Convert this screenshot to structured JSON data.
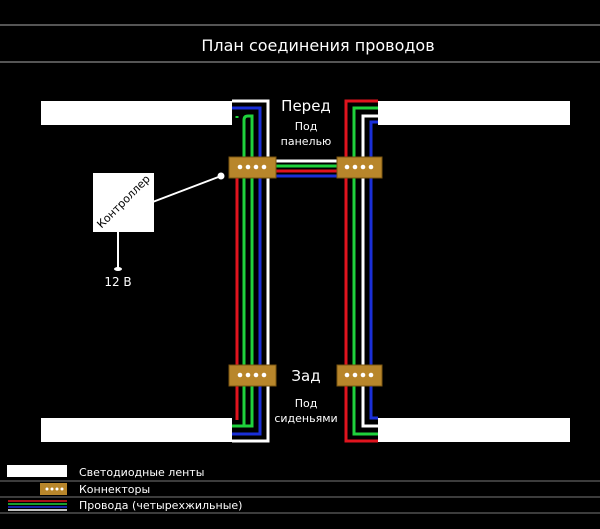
{
  "title": "План соединения проводов",
  "front": {
    "label": "Перед",
    "sub_line1": "Под",
    "sub_line2": "панелью"
  },
  "back": {
    "label": "Зад",
    "sub_line1": "Под",
    "sub_line2": "сиденьями"
  },
  "controller": {
    "label": "Контроллер",
    "voltage": "12 В"
  },
  "legend": [
    {
      "label": "Светодиодные ленты"
    },
    {
      "label": "Коннекторы"
    },
    {
      "label": "Провода (четырехжильные)"
    }
  ],
  "colors": {
    "background": "#000000",
    "led_strip": "#ffffff",
    "connector": "#b8862b",
    "wire_red": "#e0141e",
    "wire_green": "#1fd23c",
    "wire_blue": "#1a2fd8",
    "wire_white": "#ffffff"
  }
}
